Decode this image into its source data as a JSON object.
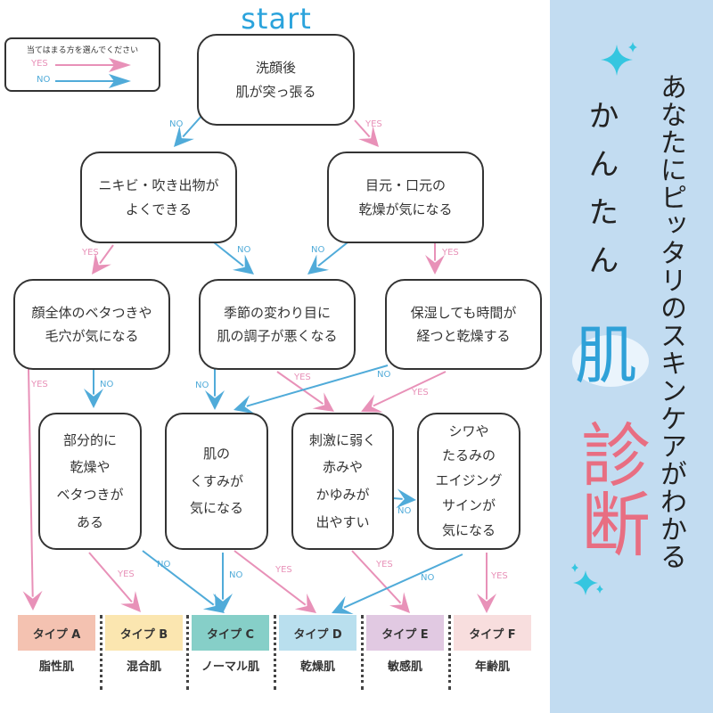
{
  "start": "start",
  "legend": {
    "title": "当てはまる方を選んでください",
    "yes": "YES",
    "no": "NO"
  },
  "colors": {
    "yes": "#e891b8",
    "no": "#50abd9",
    "start": "#2ba3dc",
    "panel": "#c2dcf1",
    "hada": "#2fa1d8",
    "shindan": "#e86e82"
  },
  "questions": [
    "洗顔後\n肌が突っ張る",
    "ニキビ・吹き出物が\nよくできる",
    "目元・口元の\n乾燥が気になる",
    "顔全体のベタつきや\n毛穴が気になる",
    "季節の変わり目に\n肌の調子が悪くなる",
    "保湿しても時間が\n経つと乾燥する",
    "部分的に\n乾燥や\nベタつきが\nある",
    "肌の\nくすみが\n気になる",
    "刺激に弱く\n赤みや\nかゆみが\n出やすい",
    "シワや\nたるみの\nエイジング\nサインが\n気になる"
  ],
  "arrow_labels": {
    "yes": "YES",
    "no": "NO"
  },
  "types": [
    {
      "label": "タイプ A",
      "name": "脂性肌",
      "color": "#f4c2b1"
    },
    {
      "label": "タイプ B",
      "name": "混合肌",
      "color": "#fbe6b0"
    },
    {
      "label": "タイプ C",
      "name": "ノーマル肌",
      "color": "#86cfc8"
    },
    {
      "label": "タイプ D",
      "name": "乾燥肌",
      "color": "#b9dfee"
    },
    {
      "label": "タイプ E",
      "name": "敏感肌",
      "color": "#e1c9e2"
    },
    {
      "label": "タイプ F",
      "name": "年齢肌",
      "color": "#f8dede"
    }
  ],
  "panel": {
    "tagline": "あなたにピッタリのスキンケアがわかる",
    "easy": "かんたん",
    "hada": "肌",
    "shindan": "診断"
  }
}
